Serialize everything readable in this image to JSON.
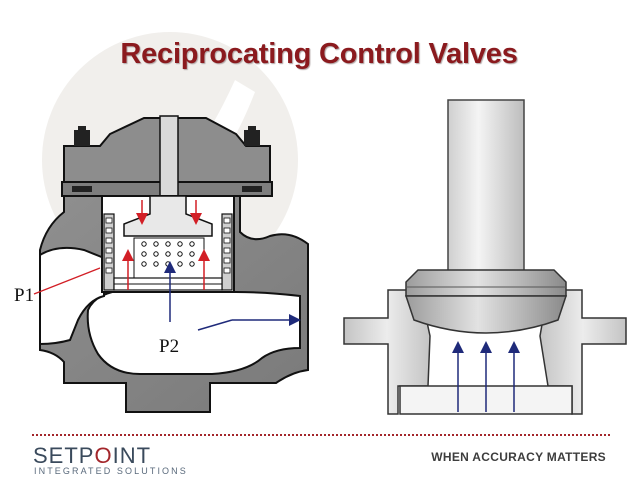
{
  "slide": {
    "title": "Reciprocating Control Valves"
  },
  "diagram": {
    "labels": {
      "p1": "P1",
      "p2": "P2"
    },
    "colors": {
      "title": "#8b1a1e",
      "flow_arrows": "#1f2a7a",
      "inner_arrows": "#d21f26",
      "pointer_lines": "#d21f26",
      "body_gray": "#8c8c8c",
      "light_gray": "#d6d6d6"
    }
  },
  "footer": {
    "logo_before": "SETP",
    "logo_mark": "O",
    "logo_after": "INT",
    "logo_subtitle": "INTEGRATED SOLUTIONS",
    "tagline": "WHEN ACCURACY MATTERS"
  }
}
